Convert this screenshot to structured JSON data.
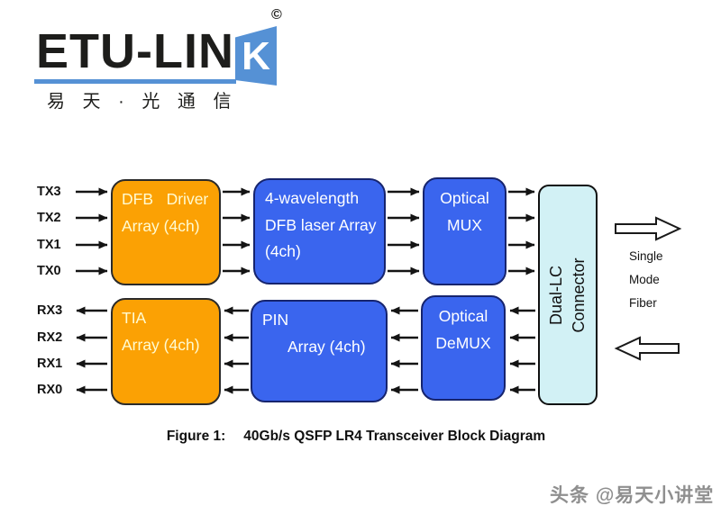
{
  "logo": {
    "wordmark": "ETU-LIN",
    "k": "K",
    "copyright": "©",
    "tagline": "易 天 · 光 通 信",
    "brand_blue": "#5591d5"
  },
  "diagram": {
    "tx_labels": [
      "TX3",
      "TX2",
      "TX1",
      "TX0"
    ],
    "rx_labels": [
      "RX3",
      "RX2",
      "RX1",
      "RX0"
    ],
    "blocks": {
      "dfb_driver": {
        "line1": "DFB   Driver",
        "line2": "Array (4ch)"
      },
      "laser_array": {
        "line1": "4-wavelength",
        "line2": "DFB laser Array",
        "line3": "(4ch)"
      },
      "optical_mux": {
        "line1": "Optical",
        "line2": "MUX"
      },
      "tia": {
        "line1": "TIA",
        "line2": "Array (4ch)"
      },
      "pin": {
        "line1": "PIN",
        "line2": "Array (4ch)"
      },
      "optical_demux": {
        "line1": "Optical",
        "line2": "DeMUX"
      },
      "dual_lc": {
        "line1": "Dual-LC",
        "line2": "Connector"
      }
    },
    "fiber": {
      "line1": "Single",
      "line2": "Mode",
      "line3": "Fiber"
    },
    "colors": {
      "electrical_block": "#fba104",
      "optical_block": "#3a65ee",
      "connector_block": "#d2f1f5",
      "arrow": "#141414"
    }
  },
  "caption": {
    "label": "Figure 1:",
    "title": "40Gb/s QSFP LR4 Transceiver Block Diagram"
  },
  "watermark": "头条 @易天小讲堂"
}
